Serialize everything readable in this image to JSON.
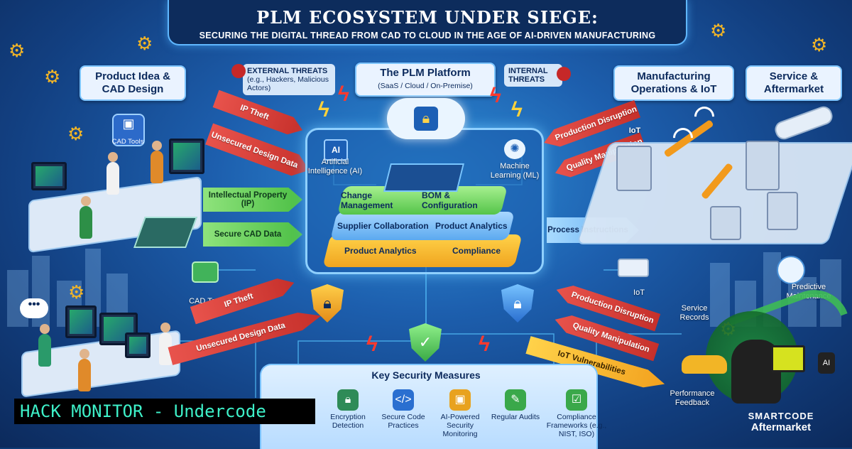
{
  "header": {
    "title": "PLM ECOSYSTEM UNDER SIEGE:",
    "subtitle": "SECURING THE DIGITAL THREAD FROM CAD TO CLOUD IN THE AGE OF AI-DRIVEN MANUFACTURING"
  },
  "sections": {
    "product_idea": "Product Idea & CAD Design",
    "plm_platform": "The PLM Platform",
    "plm_platform_sub": "(SaaS / Cloud / On-Premise)",
    "manufacturing": "Manufacturing Operations & IoT",
    "service": "Service & Aftermarket"
  },
  "threats": {
    "external_title": "EXTERNAL THREATS",
    "external_sub": "(e.g., Hackers, Malicious Actors)",
    "internal_title": "INTERNAL THREATS"
  },
  "left_labels": {
    "cad_tools_top": "CAD Tools",
    "cad_tools_bottom": "CAD Tools"
  },
  "arrows": {
    "ip_theft_top": "IP Theft",
    "unsecured_top": "Unsecured Design Data",
    "intellectual_property": "Intellectual Property (IP)",
    "secure_cad": "Secure CAD Data",
    "ip_theft_bottom": "IP Theft",
    "unsecured_bottom": "Unsecured Design Data",
    "production_disruption_top": "Production Disruption",
    "quality_manipulation_top": "Quality Manipulation",
    "process_instructions": "Process Instructions",
    "production_disruption_bottom": "Production Disruption",
    "quality_manipulation_bottom": "Quality Manipulation",
    "iot_vulnerabilities": "IoT Vulnerabilities"
  },
  "platform": {
    "ai_label": "Artificial Intelligence (AI)",
    "ai_badge": "AI",
    "ml_label": "Machine Learning (ML)",
    "layers": {
      "change_management": "Change Management",
      "bom_configuration": "BOM & Configuration",
      "supplier_collaboration": "Supplier Collaboration",
      "product_analytics_right": "Product Analytics",
      "product_analytics_left": "Product Analytics",
      "compliance": "Compliance"
    }
  },
  "right_labels": {
    "iot_top": "IoT",
    "iot_mid": "IoT",
    "predictive_maintenance": "Predictive Maintenance",
    "service_records": "Service Records",
    "performance_feedback": "Performance Feedback",
    "aftermarket": "Aftermarket",
    "ai_badge": "AI"
  },
  "measures": {
    "title": "Key Security Measures",
    "items": [
      {
        "label": "Encryption Detection",
        "icon": "lock-icon"
      },
      {
        "label": "Secure Code Practices",
        "icon": "code-icon"
      },
      {
        "label": "AI-Powered Security Monitoring",
        "icon": "monitor-icon"
      },
      {
        "label": "Regular Audits",
        "icon": "clipboard-icon"
      },
      {
        "label": "Compliance Frameworks (e.g., NIST, ISO)",
        "icon": "checklist-icon"
      }
    ]
  },
  "overlay": {
    "hack_monitor": "HACK MONITOR - Undercode",
    "brand": "SMARTCODE"
  },
  "colors": {
    "threat_red": "#d93a33",
    "safe_green": "#4cbf45",
    "flow_blue": "#5aa8f0",
    "gear_gold": "#f2b526",
    "hack_text": "#3ef0c8"
  }
}
